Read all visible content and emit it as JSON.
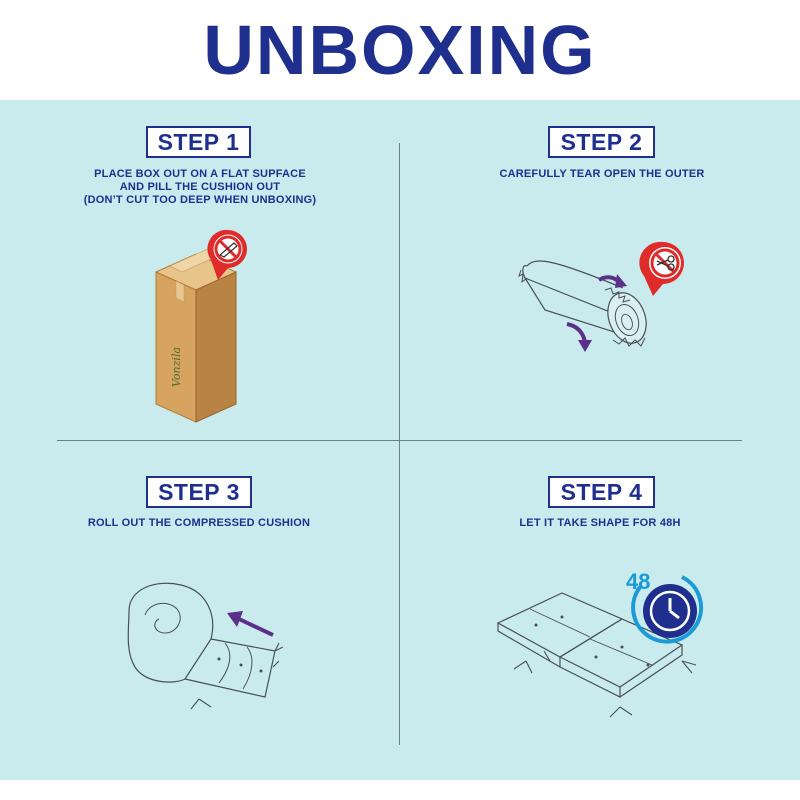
{
  "header": {
    "title": "UNBOXING"
  },
  "steps": [
    {
      "label": "STEP 1",
      "lines": [
        "PLACE BOX OUT ON A FLAT SUPFACE",
        "AND PILL THE CUSHION OUT",
        "(DON’T CUT TOO DEEP WHEN UNBOXING)"
      ]
    },
    {
      "label": "STEP 2",
      "lines": [
        "CAREFULLY TEAR OPEN THE OUTER"
      ]
    },
    {
      "label": "STEP 3",
      "lines": [
        "ROLL OUT THE COMPRESSED CUSHION"
      ]
    },
    {
      "label": "STEP 4",
      "lines": [
        "LET IT TAKE SHAPE FOR 48H"
      ]
    }
  ],
  "box_brand": "Vonzila",
  "timer_hours": "48",
  "colors": {
    "navy": "#1f2f8e",
    "panel": "#c9ebed",
    "box": "#cf9a52",
    "arrow": "#5b2f8a",
    "no_sign": "#e02b2b",
    "timer_blue": "#1a9ad6"
  },
  "icons": [
    "no-knife-icon",
    "no-scissors-icon",
    "clock-icon"
  ]
}
